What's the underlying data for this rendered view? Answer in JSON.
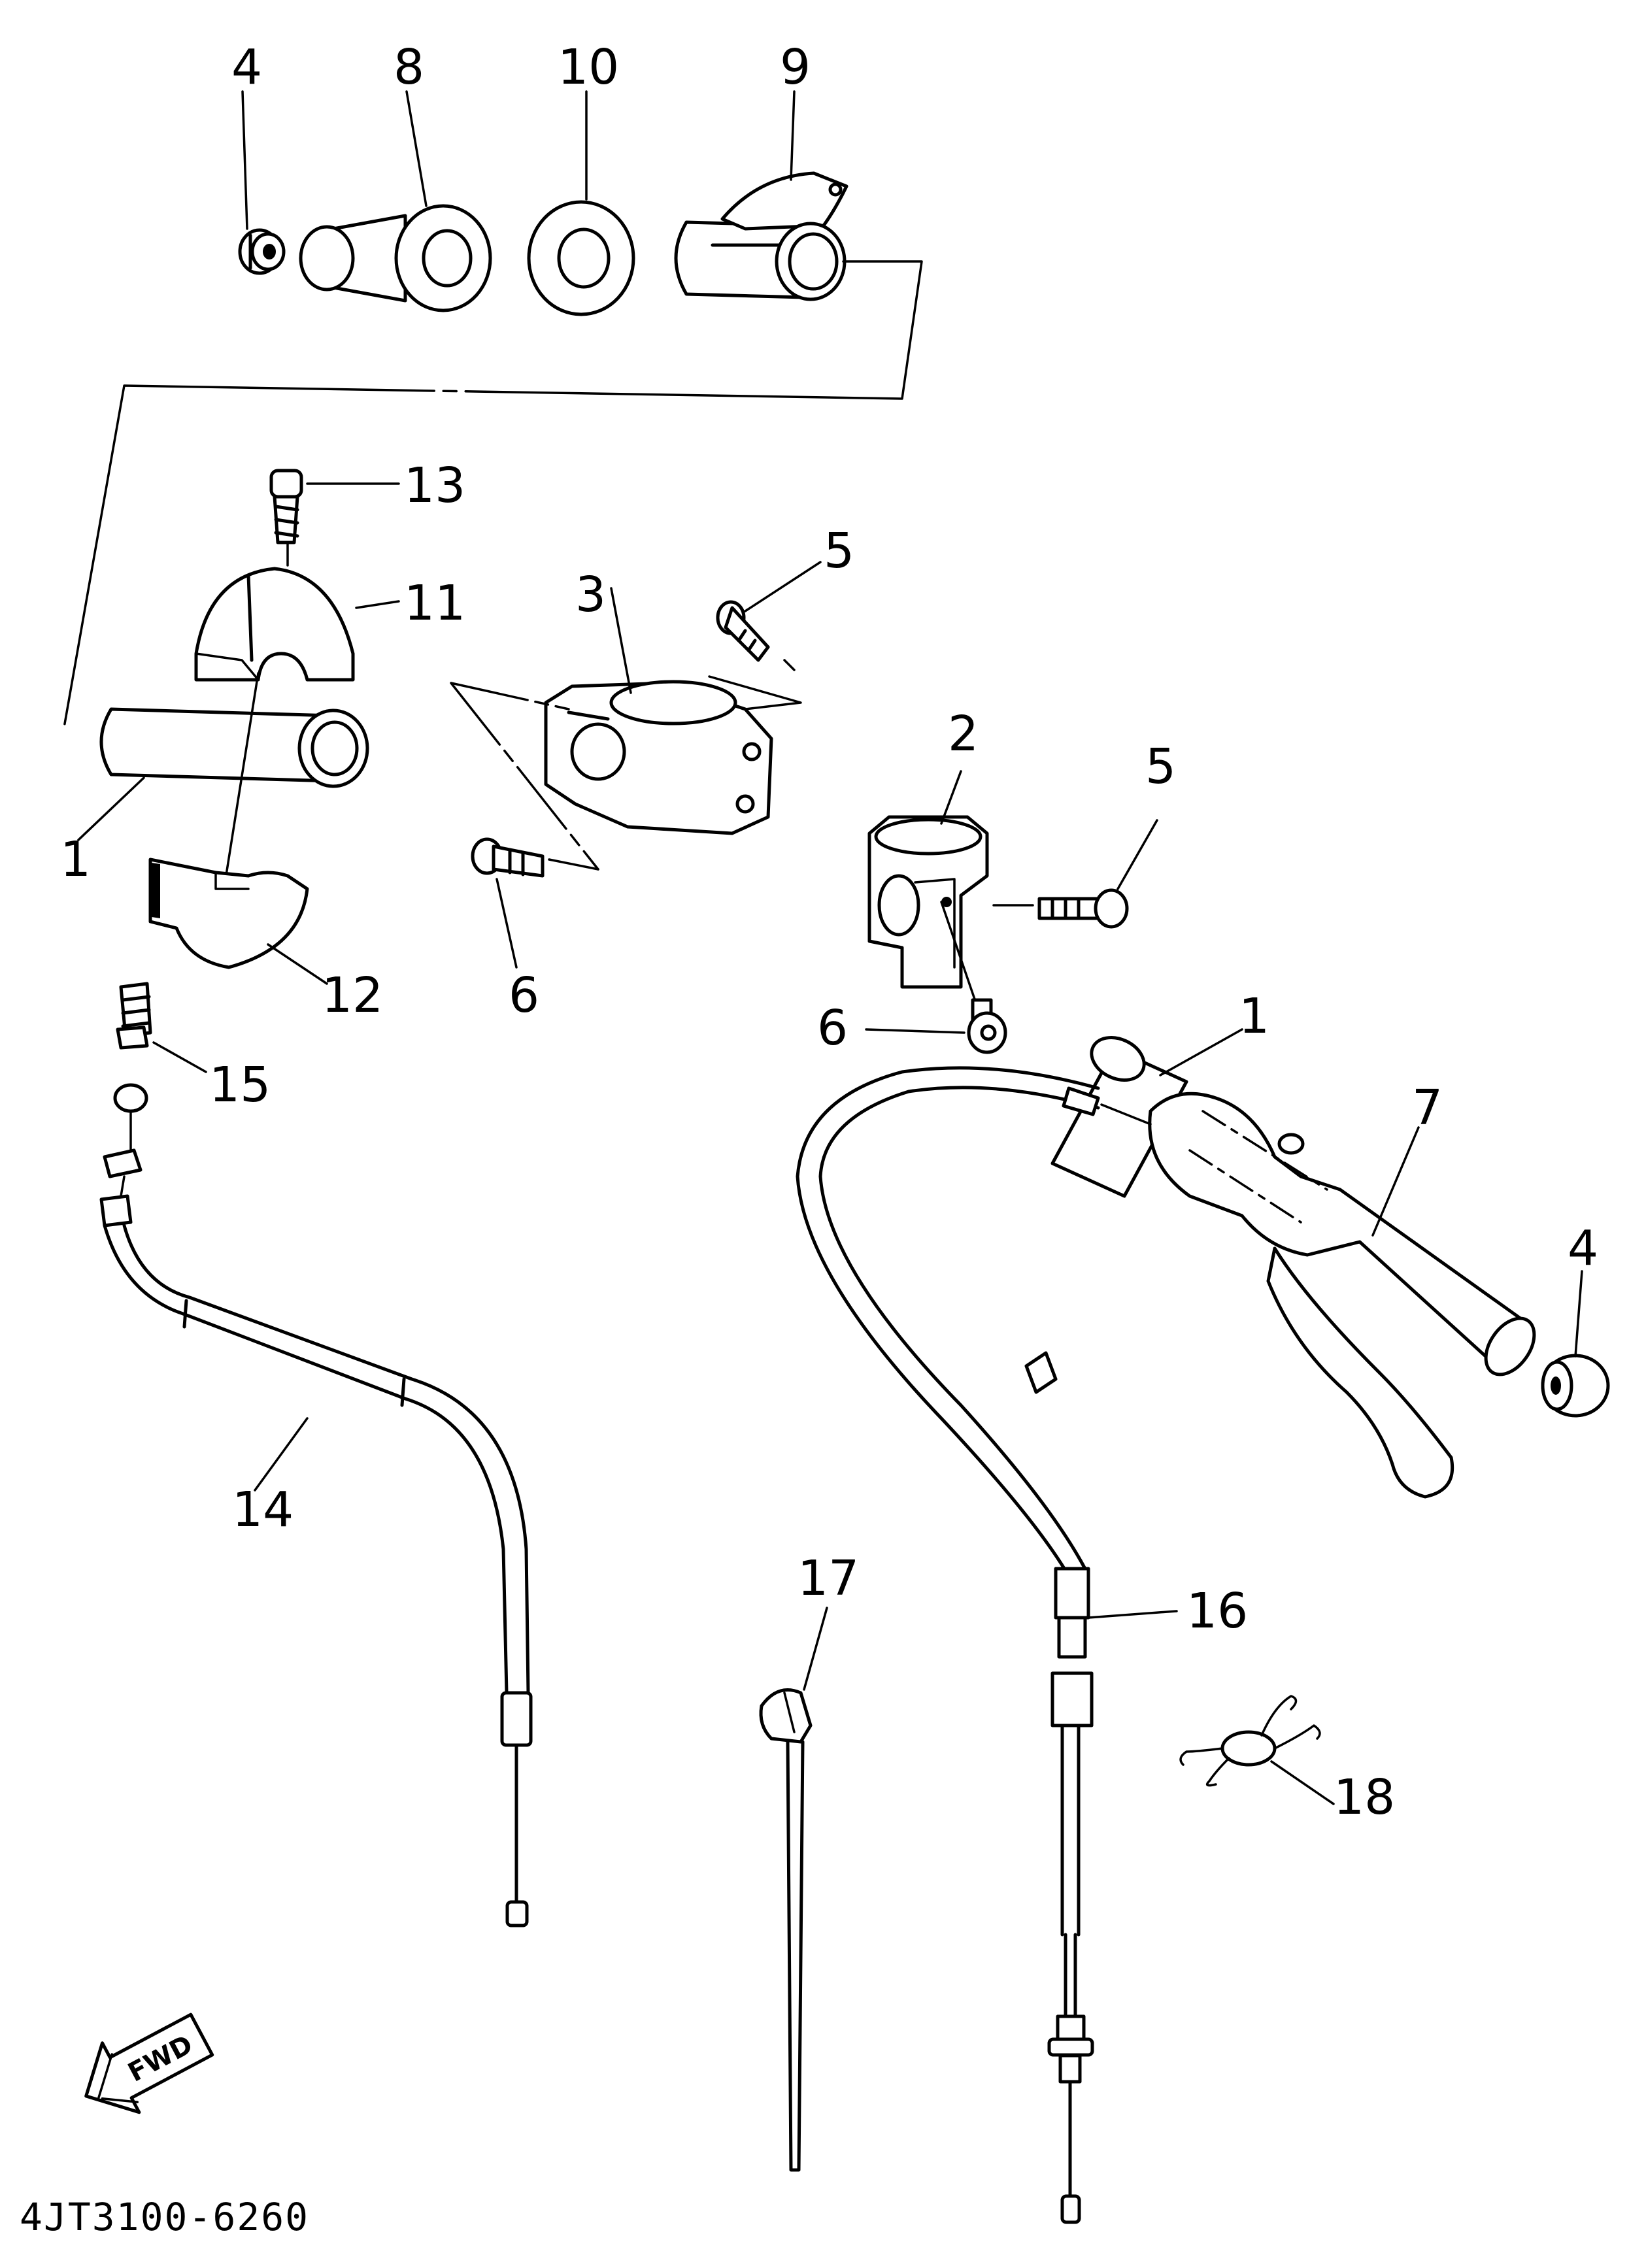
{
  "diagram": {
    "part_code": "4JT3100-6260",
    "direction_label": "FWD",
    "callouts": {
      "c4a": "4",
      "c8": "8",
      "c10": "10",
      "c9": "9",
      "c13": "13",
      "c11": "11",
      "c3": "3",
      "c5a": "5",
      "c1a": "1",
      "c12": "12",
      "c6a": "6",
      "c2": "2",
      "c5b": "5",
      "c6b": "6",
      "c15": "15",
      "c1b": "1",
      "c7": "7",
      "c4b": "4",
      "c14": "14",
      "c17": "17",
      "c16": "16",
      "c18": "18"
    }
  }
}
